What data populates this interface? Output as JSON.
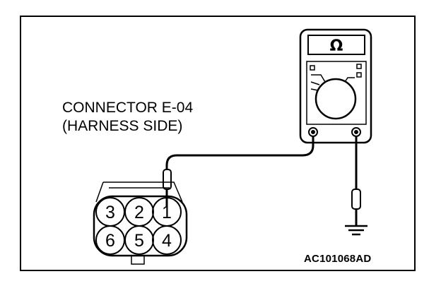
{
  "connector": {
    "name_line1": "CONNECTOR E-04",
    "name_line2": "(HARNESS SIDE)",
    "pins_top": [
      "3",
      "2",
      "1"
    ],
    "pins_bottom": [
      "6",
      "5",
      "4"
    ]
  },
  "meter": {
    "display_symbol": "Ω"
  },
  "figure": {
    "reference_code": "AC101068AD"
  },
  "icons": {
    "multimeter": "multimeter-icon",
    "ground": "ground-icon",
    "probe": "probe-icon"
  }
}
